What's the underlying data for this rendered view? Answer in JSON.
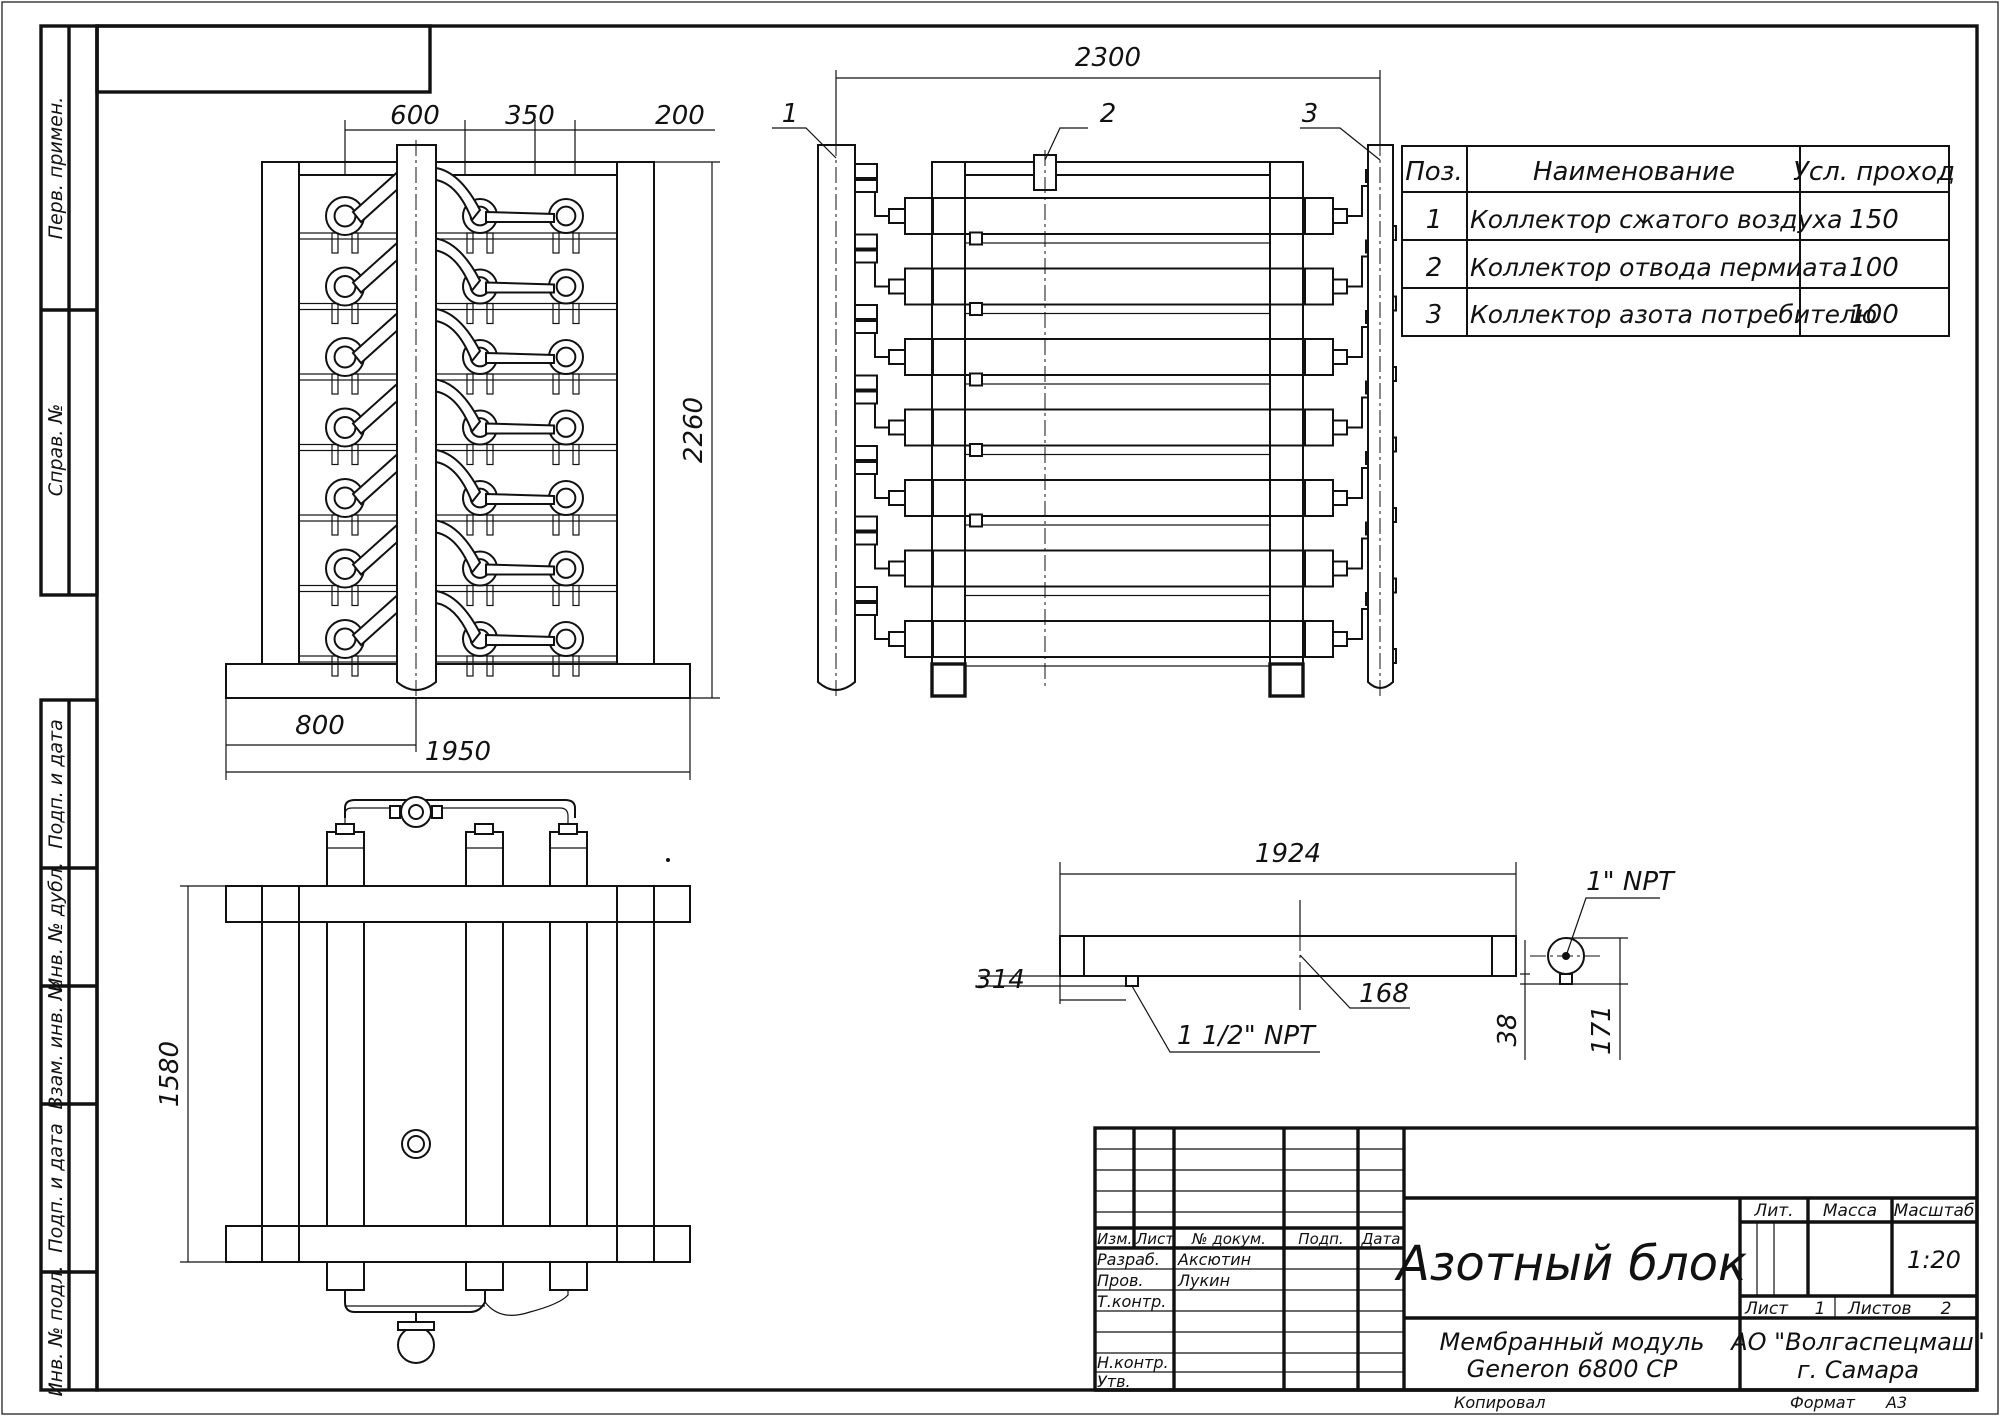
{
  "sidebar": {
    "perv_primen": "Перв. примен.",
    "sprav_no": "Справ. №",
    "podp_data_1": "Подп. и дата",
    "inv_dubl": "Инв. № дубл.",
    "vzam_inv": "Взам. инв. №",
    "podp_data_2": "Подп. и дата",
    "inv_podl": "Инв. № подл."
  },
  "front_view": {
    "dim_600": "600",
    "dim_350": "350",
    "dim_200": "200",
    "dim_2260": "2260",
    "dim_800": "800",
    "dim_1950": "1950"
  },
  "side_view": {
    "dim_2300": "2300",
    "callout_1": "1",
    "callout_2": "2",
    "callout_3": "3"
  },
  "plan_view": {
    "dim_1580": "1580"
  },
  "collector_detail": {
    "dim_1924": "1924",
    "dim_314": "314",
    "dim_168": "168",
    "dim_38": "38",
    "dim_171": "171",
    "label_1_npt": "1\" NPT",
    "label_1_1_2_npt": "1 1/2\" NPT"
  },
  "parts_table": {
    "headers": [
      "Поз.",
      "Наименование",
      "Усл. проход"
    ],
    "rows": [
      [
        "1",
        "Коллектор сжатого воздуха",
        "150"
      ],
      [
        "2",
        "Коллектор отвода пермиата",
        "100"
      ],
      [
        "3",
        "Коллектор азота потребителю",
        "100"
      ]
    ]
  },
  "title_block": {
    "hdr_izm": "Изм.",
    "hdr_list": "Лист",
    "hdr_doc": "№ докум.",
    "hdr_podp": "Подп.",
    "hdr_data": "Дата",
    "razrab_label": "Разраб.",
    "razrab_name": "Аксютин",
    "prov_label": "Пров.",
    "prov_name": "Лукин",
    "tkontr_label": "Т.контр.",
    "nkontr_label": "Н.контр.",
    "utv_label": "Утв.",
    "title": "Азотный блок",
    "subtitle_line1": "Мембранный модуль",
    "subtitle_line2": "Generon 6800 CP",
    "lit_label": "Лит.",
    "massa_label": "Масса",
    "masshtab_label": "Масштаб",
    "scale": "1:20",
    "sheet_label": "Лист",
    "sheet_no": "1",
    "sheets_label": "Листов",
    "sheets_no": "2",
    "org_line1": "АО \"Волгаспецмаш\"",
    "org_line2": "г. Самара",
    "kopiroval": "Копировал",
    "format_label": "Формат",
    "format_value": "А3"
  }
}
